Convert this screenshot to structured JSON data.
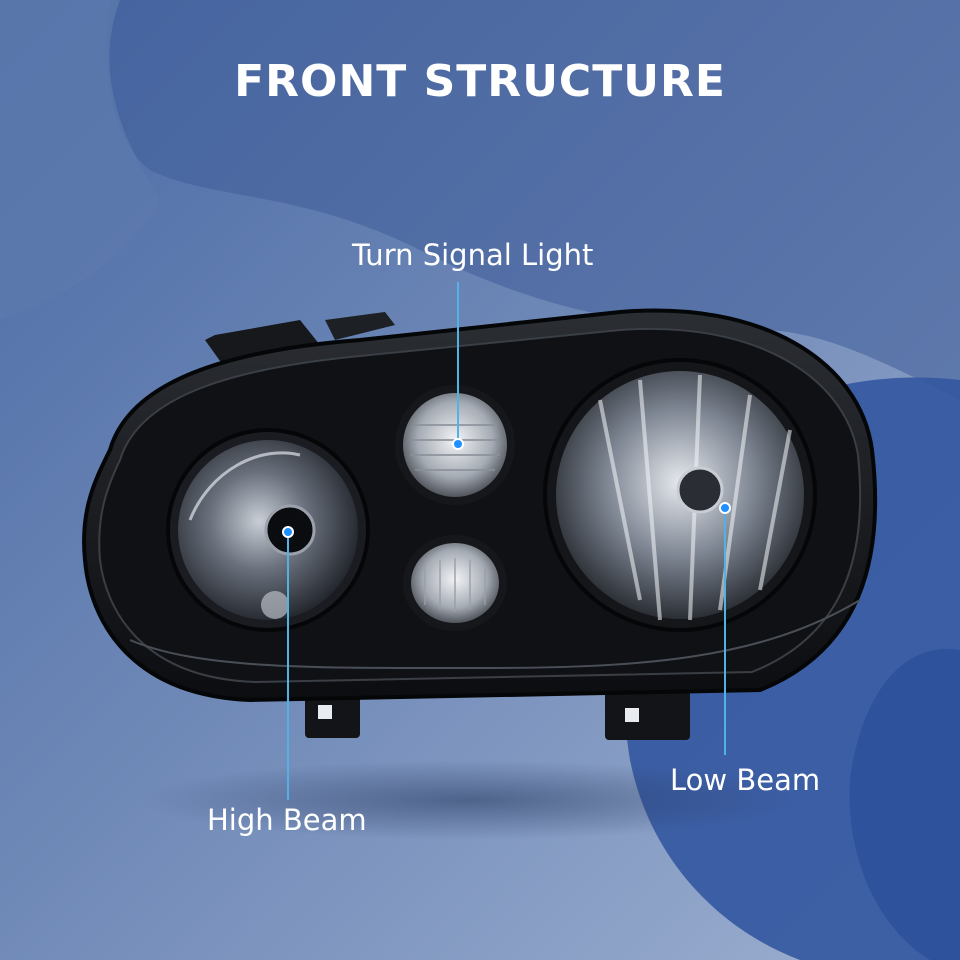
{
  "title": "FRONT STRUCTURE",
  "callouts": {
    "turn_signal": "Turn Signal Light",
    "high_beam": "High Beam",
    "low_beam": "Low Beam"
  },
  "colors": {
    "background_dark": "#2f4a86",
    "background_light": "#8fa6c9",
    "leader_line": "#4fb3e8",
    "marker_dot": "#1e90ff",
    "text": "#ffffff"
  }
}
